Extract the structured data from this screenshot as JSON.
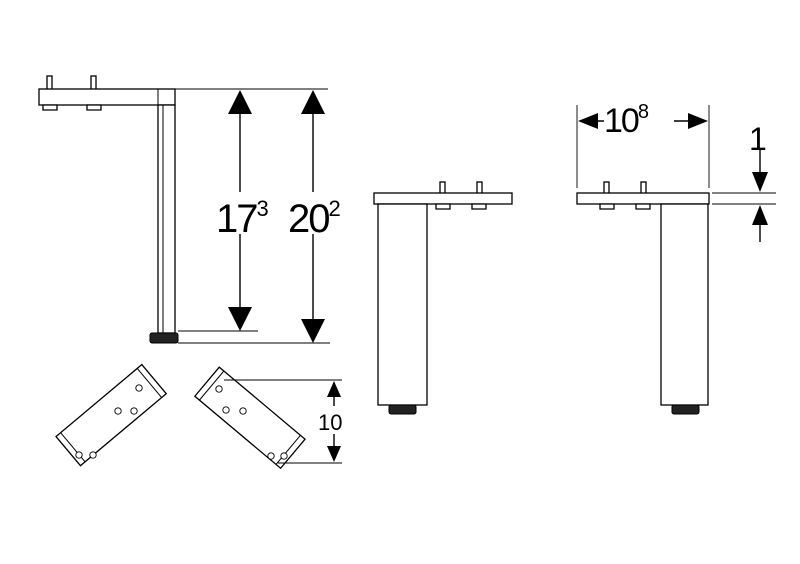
{
  "dimensions": {
    "leg_height_main": "17",
    "leg_height_main_sup": "3",
    "total_height_main": "20",
    "total_height_main_sup": "2",
    "mount_width_main": "10",
    "mount_width_sup": "8",
    "plate_thickness": "1",
    "bracket_height": "10"
  },
  "colors": {
    "line": "#000000",
    "background": "#ffffff"
  }
}
